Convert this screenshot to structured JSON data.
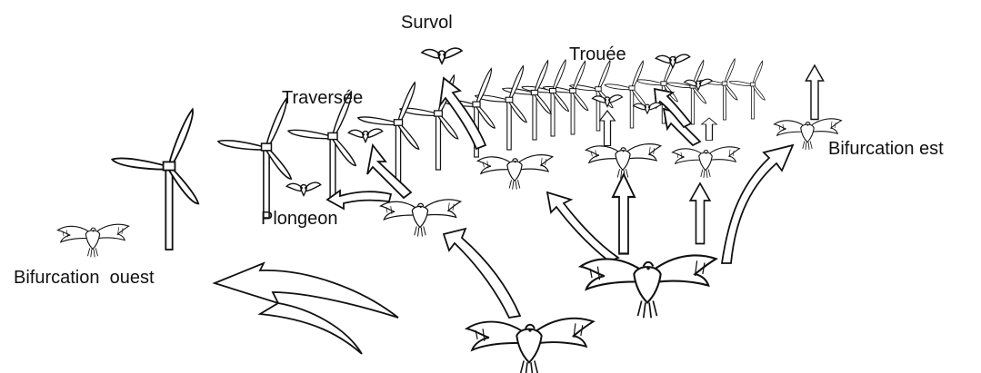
{
  "labels": {
    "survol": "Survol",
    "trouee": "Trouée",
    "traversee": "Traversée",
    "plongeon": "Plongeon",
    "bifurcation_est": "Bifurcation est",
    "bifurcation_ouest": "Bifurcation  ouest"
  },
  "colors": {
    "ink": "#111111",
    "fill": "#ffffff"
  },
  "icons": [
    "wind-turbine-icon",
    "bird-icon",
    "flight-arrow-icon"
  ]
}
